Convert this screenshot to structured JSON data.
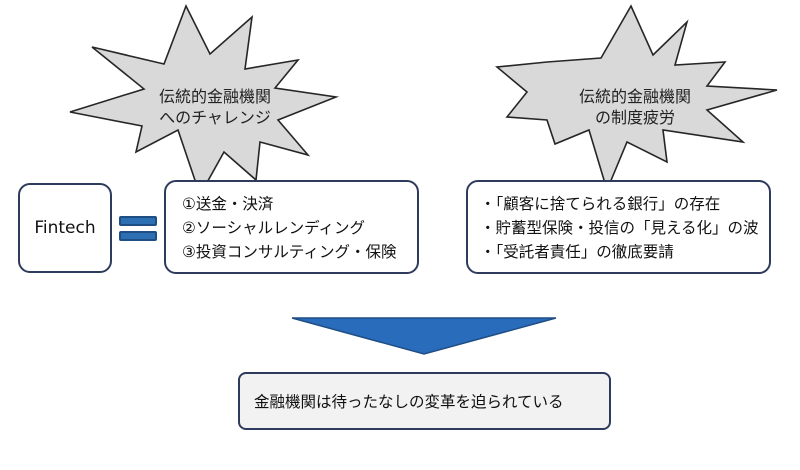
{
  "burst_left": {
    "line1": "伝統的金融機関",
    "line2": "へのチャレンジ"
  },
  "burst_right": {
    "line1": "伝統的金融機関",
    "line2": "の制度疲労"
  },
  "fintech": {
    "label": "Fintech"
  },
  "services": {
    "items": [
      "①送金・決済",
      "②ソーシャルレンディング",
      "③投資コンサルティング・保険"
    ]
  },
  "issues": {
    "items": [
      "・「顧客に捨てられる銀行」の存在",
      "・貯蓄型保険・投信の「見える化」の波",
      "・「受託者責任」の徹底要請"
    ]
  },
  "conclusion": {
    "text": "金融機関は待ったなしの変革を迫られている"
  },
  "colors": {
    "burst_fill": "#d9d9d9",
    "burst_stroke": "#262626",
    "box_border": "#2f3b5c",
    "arrow_fill": "#2a6cbc",
    "equals_fill": "#2d6fb3",
    "result_fill": "#f2f2f2"
  }
}
